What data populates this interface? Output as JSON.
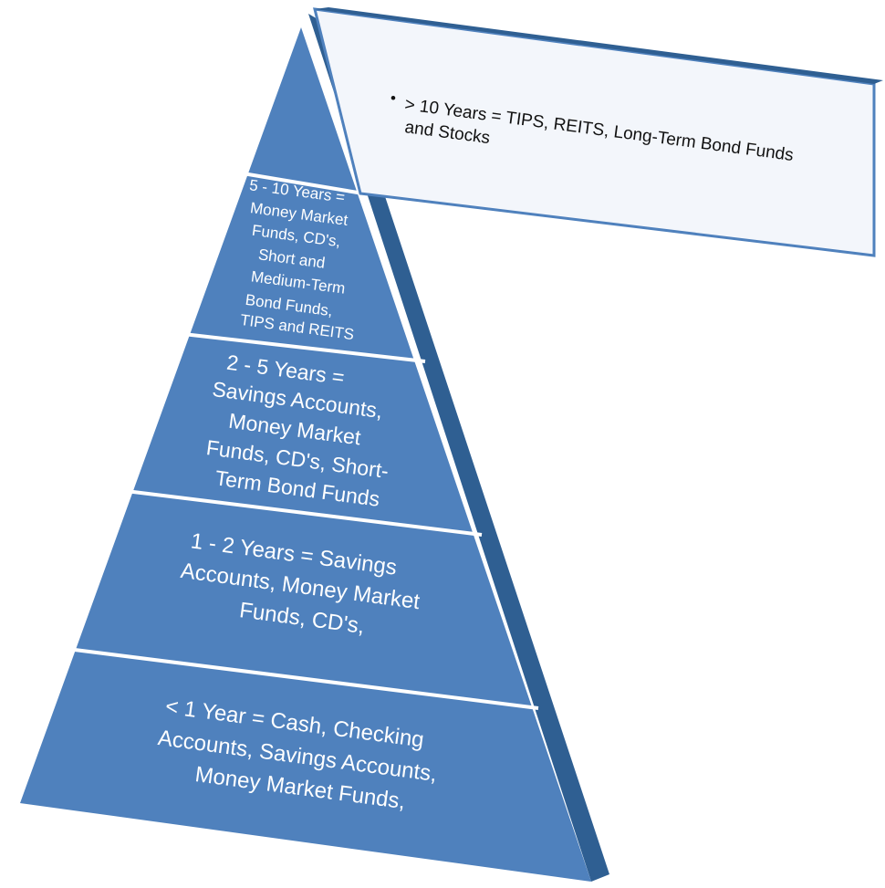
{
  "colors": {
    "pyramid_face": "#4f81bd",
    "pyramid_side": "#2f5f92",
    "divider": "#ffffff",
    "callout_fill": "#f3f6fb",
    "callout_border": "#4f81bd",
    "callout_text": "#111111"
  },
  "callout": {
    "bullet": "•",
    "lines": [
      "> 10 Years = TIPS, REITS, Long-Term Bond Funds",
      "and Stocks"
    ]
  },
  "tiers": [
    {
      "id": "5-10-years",
      "lines": [
        "5 - 10 Years =",
        "Money Market",
        "Funds, CD's,",
        "Short and",
        "Medium-Term",
        "Bond Funds,",
        "TIPS and REITS"
      ]
    },
    {
      "id": "2-5-years",
      "lines": [
        "2 - 5 Years =",
        "Savings Accounts,",
        "Money Market",
        "Funds, CD's, Short-",
        "Term Bond Funds"
      ]
    },
    {
      "id": "1-2-years",
      "lines": [
        "1 - 2 Years = Savings",
        "Accounts, Money Market",
        "Funds, CD's,"
      ]
    },
    {
      "id": "under-1-year",
      "lines": [
        "< 1 Year = Cash, Checking",
        "Accounts, Savings Accounts,",
        "Money Market Funds,"
      ]
    }
  ]
}
